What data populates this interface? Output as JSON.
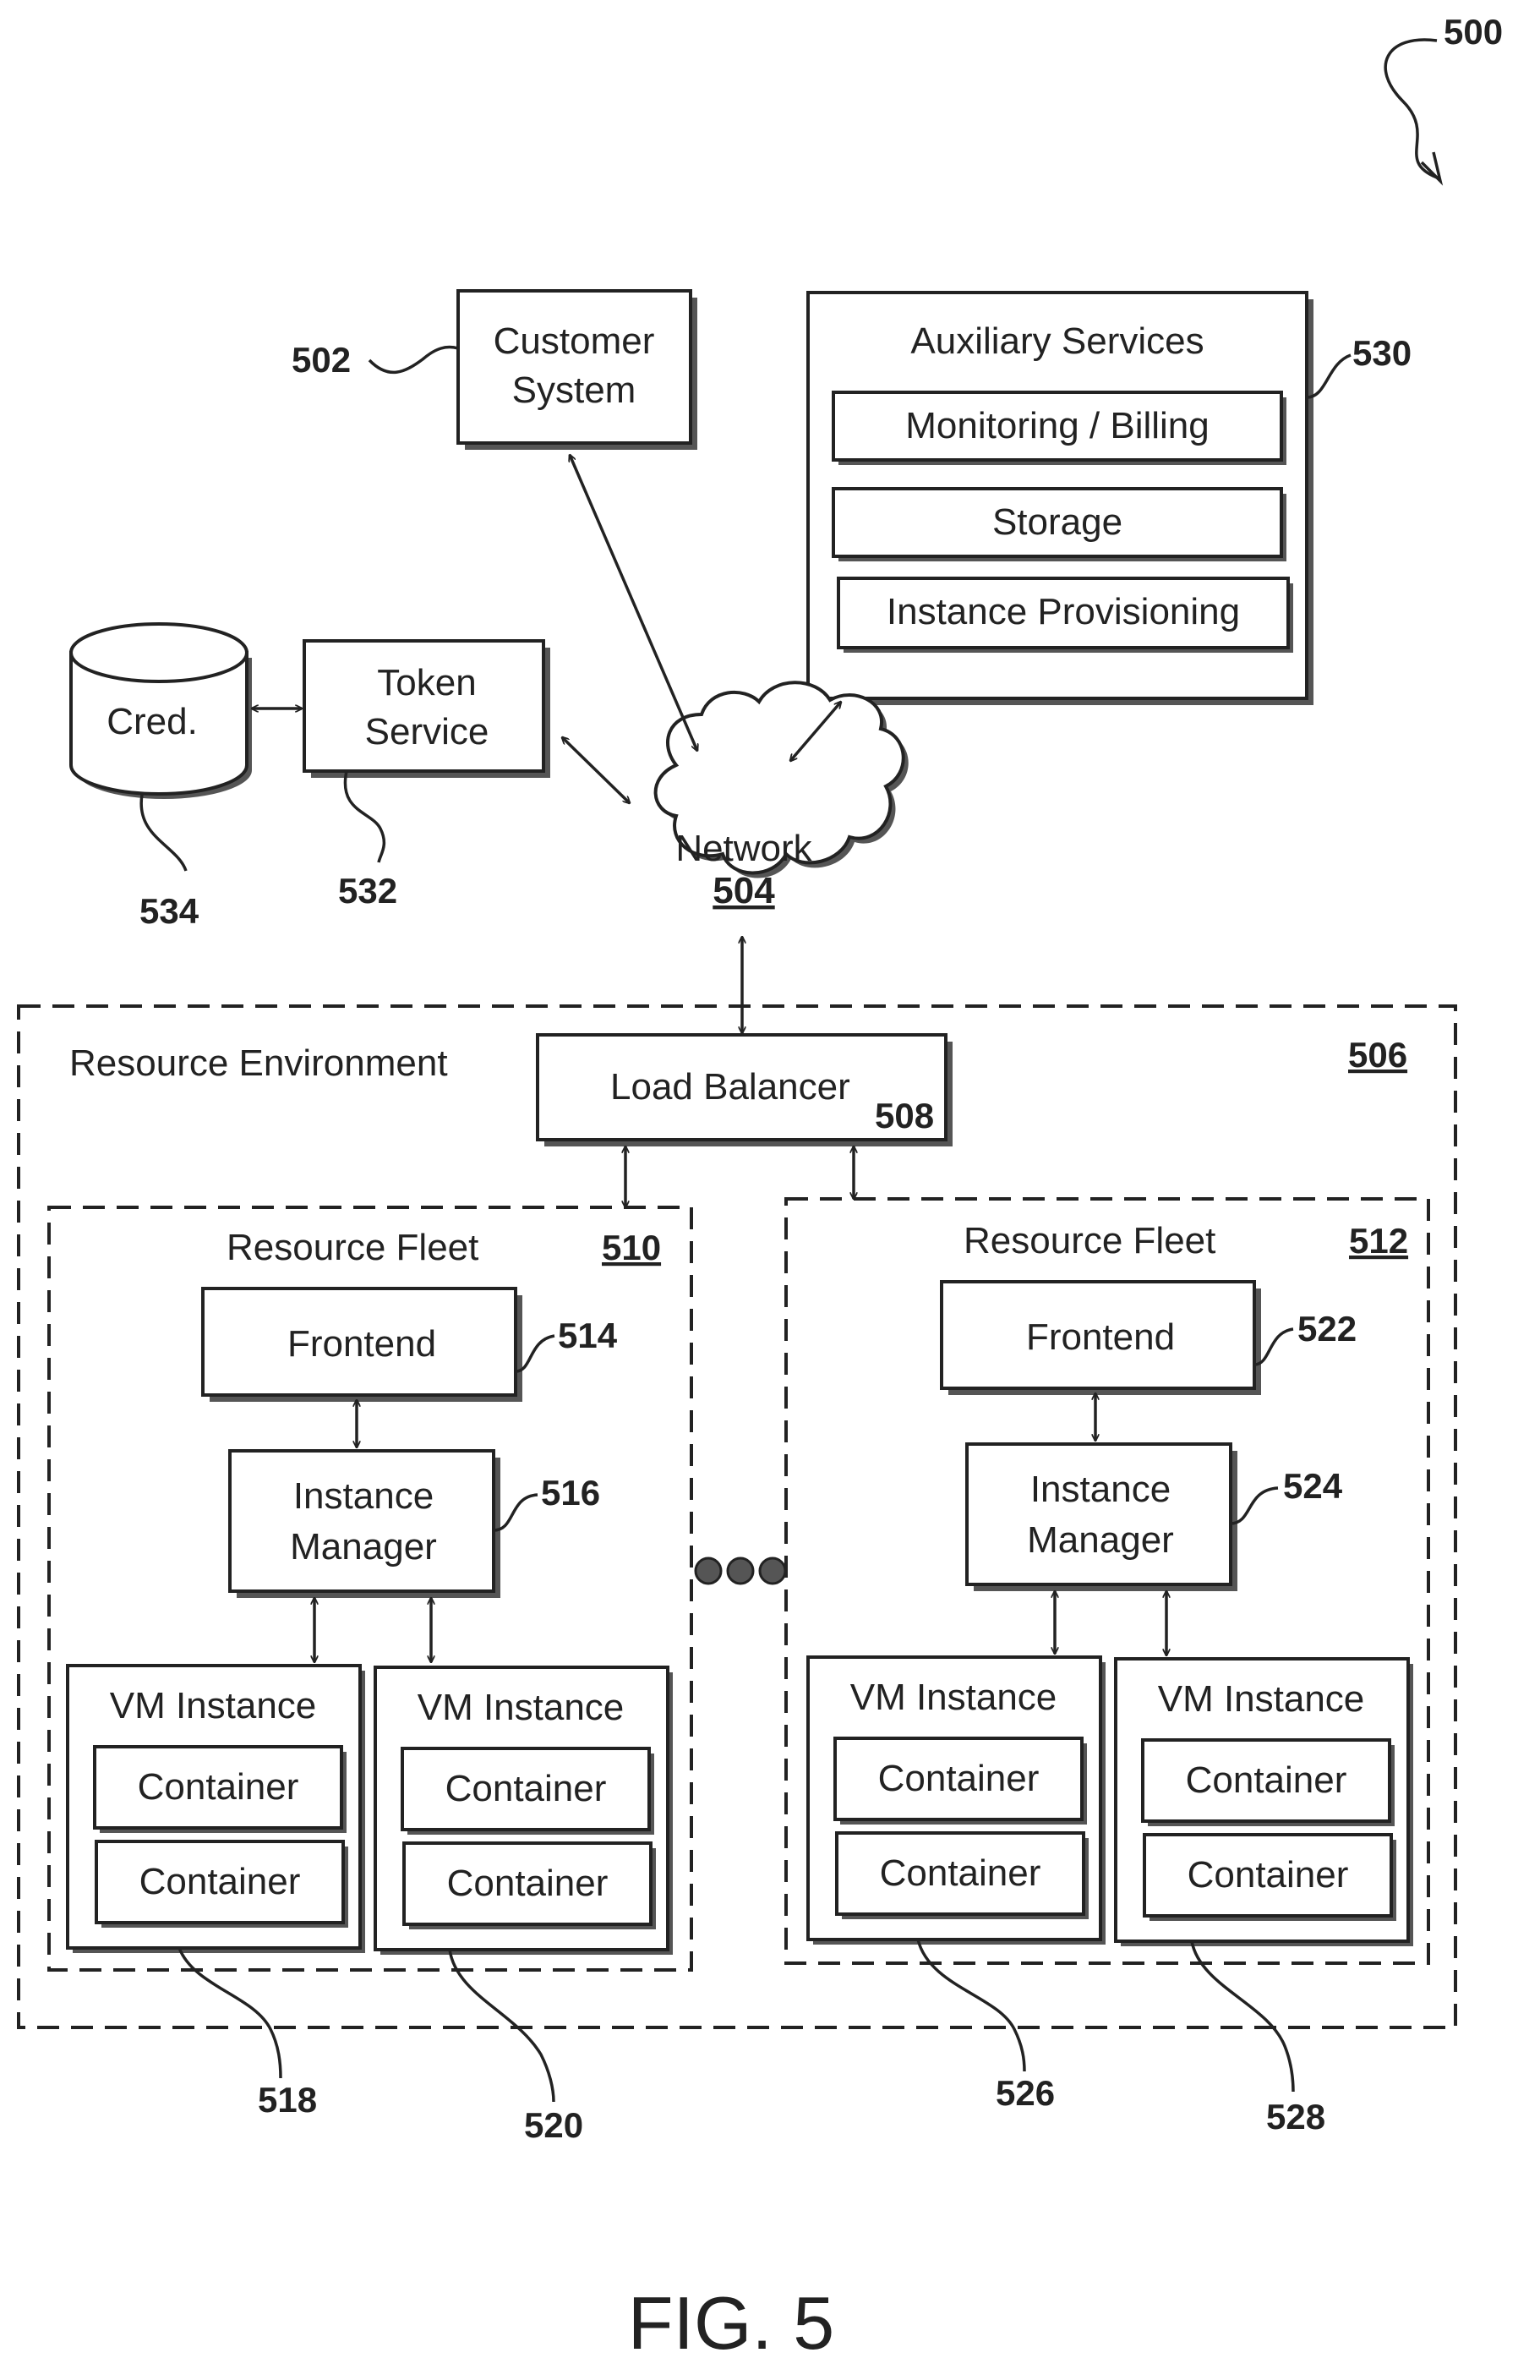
{
  "figure": {
    "number_label": "500",
    "caption": "FIG. 5"
  },
  "customer_system": {
    "label_line1": "Customer",
    "label_line2": "System",
    "ref": "502"
  },
  "auxiliary_services": {
    "title": "Auxiliary Services",
    "ref": "530",
    "items": [
      "Monitoring / Billing",
      "Storage",
      "Instance Provisioning"
    ]
  },
  "credentials": {
    "label": "Cred.",
    "ref": "534"
  },
  "token_service": {
    "label_line1": "Token",
    "label_line2": "Service",
    "ref": "532"
  },
  "network": {
    "label": "Network",
    "ref": "504"
  },
  "resource_environment": {
    "label": "Resource Environment",
    "ref": "506"
  },
  "load_balancer": {
    "label": "Load Balancer",
    "ref": "508"
  },
  "fleet_left": {
    "label": "Resource Fleet",
    "ref": "510",
    "frontend": {
      "label": "Frontend",
      "ref": "514"
    },
    "instance_manager": {
      "label_line1": "Instance",
      "label_line2": "Manager",
      "ref": "516"
    },
    "vm_a": {
      "label": "VM Instance",
      "containers": [
        "Container",
        "Container"
      ],
      "ref": "518"
    },
    "vm_b": {
      "label": "VM Instance",
      "containers": [
        "Container",
        "Container"
      ],
      "ref": "520"
    }
  },
  "fleet_right": {
    "label": "Resource Fleet",
    "ref": "512",
    "frontend": {
      "label": "Frontend",
      "ref": "522"
    },
    "instance_manager": {
      "label_line1": "Instance",
      "label_line2": "Manager",
      "ref": "524"
    },
    "vm_a": {
      "label": "VM Instance",
      "containers": [
        "Container",
        "Container"
      ],
      "ref": "526"
    },
    "vm_b": {
      "label": "VM Instance",
      "containers": [
        "Container",
        "Container"
      ],
      "ref": "528"
    }
  }
}
